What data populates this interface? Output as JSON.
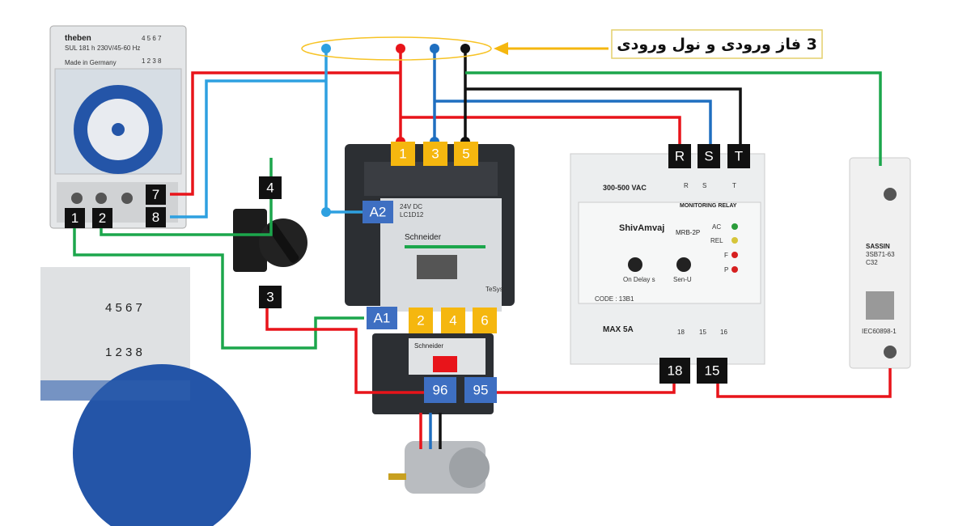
{
  "title": "3 فاز ورودی و نول ورودی",
  "colors": {
    "phase_r": "#e8141a",
    "phase_s": "#1f6fc0",
    "phase_t": "#111111",
    "neutral": "#2ea0e0",
    "control": "#1ca64c",
    "label_yellow": "#f5b70f",
    "label_blue": "#3e6fc2",
    "label_black": "#111111",
    "highlight": "#f7c325"
  },
  "timer": {
    "brand": "theben",
    "model": "SUL 181 h",
    "rating": "230V/45-60 Hz",
    "origin": "Made in Germany",
    "terminals_top": "4 5 6 7",
    "terminals_bottom": "1 2 3 8",
    "labels": [
      "7",
      "8",
      "1",
      "2"
    ]
  },
  "selector_switch": {
    "labels": [
      "4",
      "3"
    ]
  },
  "contactor": {
    "brand": "Schneider",
    "coil": "24V DC",
    "model": "LC1D12",
    "series": "TeSys",
    "top_labels": [
      "1",
      "3",
      "5"
    ],
    "bottom_labels": [
      "2",
      "4",
      "6"
    ],
    "coil_labels": [
      "A2",
      "A1"
    ]
  },
  "overload_relay": {
    "brand": "Schneider",
    "labels": [
      "96",
      "95"
    ]
  },
  "monitoring_relay": {
    "voltage": "300-500 VAC",
    "type": "MONITORING RELAY",
    "brand": "ShivAmvaj",
    "model": "MRB-2P",
    "leds": [
      "AC",
      "REL",
      "F",
      "P"
    ],
    "knobs": [
      "On Delay s",
      "Sen-U"
    ],
    "code": "CODE : 13B1",
    "contact_rating": "MAX 5A",
    "contact_terminals": [
      "18",
      "15",
      "16"
    ],
    "input_terminals": [
      "R",
      "S",
      "T"
    ],
    "labels": [
      "R",
      "S",
      "T",
      "18",
      "15"
    ]
  },
  "breaker": {
    "brand": "SASSIN",
    "model": "3SB71-63",
    "rating": "C32",
    "standard": "IEC60898-1"
  }
}
